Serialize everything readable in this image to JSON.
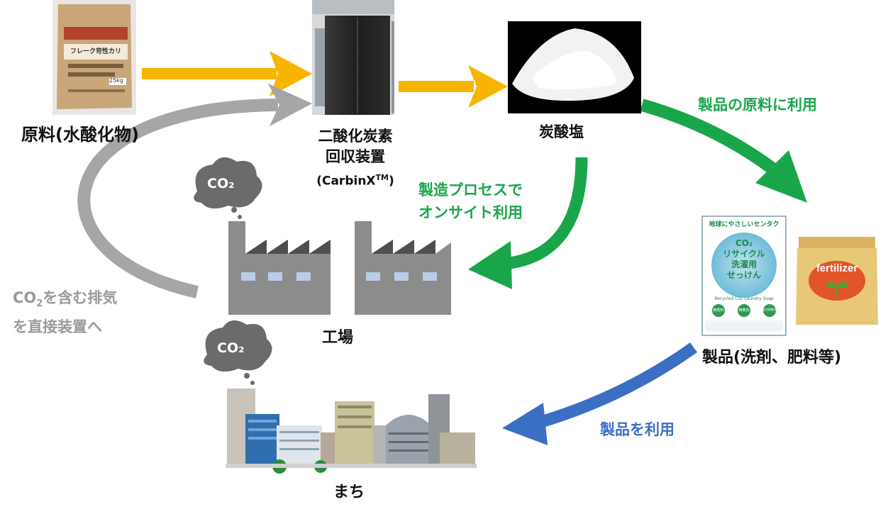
{
  "nodes": {
    "raw_material": "原料(水酸化物)",
    "device_line1": "二酸化炭素",
    "device_line2": "回収装置",
    "device_line3": "(CarbinX",
    "device_tm": "TM",
    "device_close": ")",
    "carbonate": "炭酸塩",
    "factory": "工場",
    "town": "まち",
    "products": "製品(洗剤、肥料等)"
  },
  "edges": {
    "to_products": "製品の原料に利用",
    "onsite_line1": "製造プロセスで",
    "onsite_line2": "オンサイト利用",
    "exhaust_line1_a": "CO",
    "exhaust_line1_sub": "2",
    "exhaust_line1_b": "を含む排気",
    "exhaust_line2": "を直接装置へ",
    "use_products": "製品を利用"
  },
  "bubbles": {
    "factory_co2": "CO₂",
    "town_co2": "CO₂"
  },
  "soap_box": {
    "header": "地球にやさしいセンタク",
    "line1": "CO₂",
    "line2": "リサイクル",
    "line3": "洗濯用",
    "line4": "せっけん",
    "caption": "Recycled CO₂ Laundry Soap",
    "badge1": "無香料",
    "badge2": "無着色",
    "badge3": "蛍光剤無添加"
  },
  "fertilizer_bag": {
    "label": "fertilizer"
  },
  "raw_bag": {
    "label": "フレーク苛性カリ",
    "weight": "25kg"
  },
  "colors": {
    "yellow_arrow": "#f7b500",
    "green_arrow": "#19a64b",
    "gray_arrow": "#a6a6a6",
    "blue_arrow": "#3b6fc4",
    "factory_gray": "#8c8c8c",
    "cloud_gray": "#6b6b6b"
  }
}
